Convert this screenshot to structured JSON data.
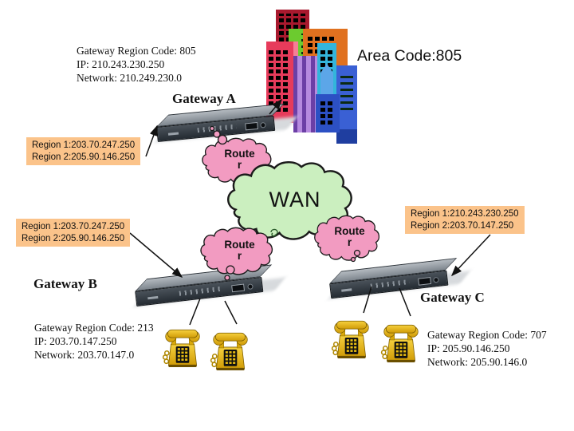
{
  "area": {
    "label": "Area Code:805"
  },
  "clouds": {
    "wan_label": "WAN",
    "router_label_line1": "Route",
    "router_label_line2": "r"
  },
  "gateways": {
    "a": {
      "name": "Gateway A",
      "lines": [
        "Gateway Region Code: 805",
        "IP: 210.243.230.250",
        "Network: 210.249.230.0"
      ]
    },
    "b": {
      "name": "Gateway B",
      "lines": [
        "Gateway Region Code: 213",
        "IP: 203.70.147.250",
        "Network: 203.70.147.0"
      ]
    },
    "c": {
      "name": "Gateway C",
      "lines": [
        "Gateway Region Code: 707",
        "IP: 205.90.146.250",
        "Network: 205.90.146.0"
      ]
    }
  },
  "region_boxes": {
    "gateway_a": {
      "lines": [
        "Region 1:203.70.247.250",
        "Region 2:205.90.146.250"
      ]
    },
    "gateway_b": {
      "lines": [
        "Region 1:203.70.247.250",
        "Region 2:205.90.146.250"
      ]
    },
    "gateway_c": {
      "lines": [
        "Region 1:210.243.230.250",
        "Region 2:203.70.147.250"
      ]
    }
  },
  "colors": {
    "region_box_bg": "#FBC38A",
    "router_cloud": "#F29BC1",
    "wan_cloud": "#CBEFBF",
    "phone_body": "#E9B90B",
    "device_body": "#333B43"
  }
}
